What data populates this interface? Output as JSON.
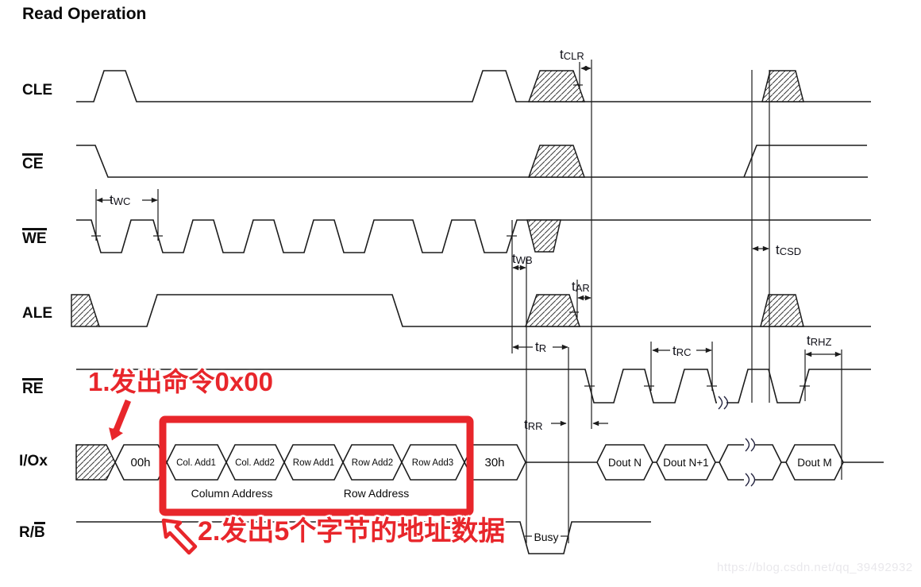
{
  "title": "Read Operation",
  "signals": {
    "cle": "CLE",
    "ce": "CE",
    "we": "WE",
    "ale": "ALE",
    "re": "RE",
    "iox": "I/Ox",
    "rb_pre": "R/",
    "rb_over": "B"
  },
  "timing": {
    "tCLR": {
      "p": "t",
      "s": "CLR"
    },
    "tWC": {
      "p": "t",
      "s": "WC"
    },
    "tWB": {
      "p": "t",
      "s": "WB"
    },
    "tAR": {
      "p": "t",
      "s": "AR"
    },
    "tCSD": {
      "p": "t",
      "s": "CSD"
    },
    "tR": {
      "p": "t",
      "s": "R"
    },
    "tRR": {
      "p": "t",
      "s": "RR"
    },
    "tRC": {
      "p": "t",
      "s": "RC"
    },
    "tRHZ": {
      "p": "t",
      "s": "RHZ"
    }
  },
  "io": {
    "labels": [
      "00h",
      "Col. Add1",
      "Col. Add2",
      "Row Add1",
      "Row Add2",
      "Row Add3",
      "30h",
      "Dout N",
      "Dout N+1",
      "Dout M"
    ],
    "column_address": "Column Address",
    "row_address": "Row Address"
  },
  "rb": {
    "busy": "Busy"
  },
  "annotations": {
    "step1": "1.发出命令0x00",
    "step2": "2.发出5个字节的地址数据"
  },
  "watermark": "https://blog.csdn.net/qq_39492932",
  "colors": {
    "annotation_red": "#e8262b",
    "waveform": "#1c1c1c",
    "watermark_gray": "#e9e8ec"
  }
}
